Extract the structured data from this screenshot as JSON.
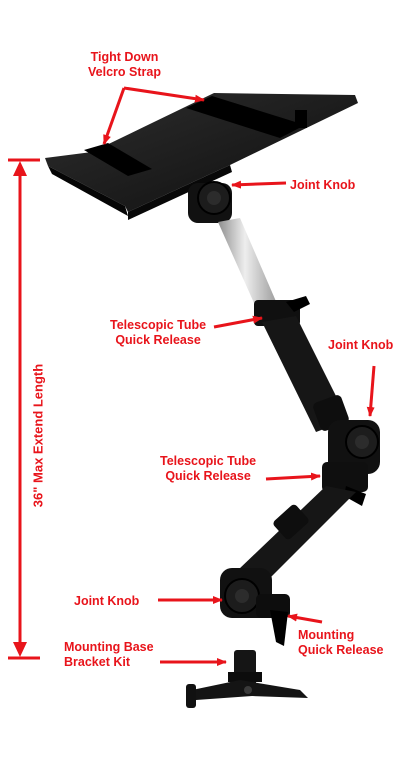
{
  "labels": {
    "strap": {
      "line1": "Tight Down",
      "line2": "Velcro Strap"
    },
    "joint_knob_top": "Joint Knob",
    "tube_release_upper": {
      "line1": "Telescopic Tube",
      "line2": "Quick Release"
    },
    "joint_knob_right": "Joint Knob",
    "tube_release_lower": {
      "line1": "Telescopic Tube",
      "line2": "Quick Release"
    },
    "max_length": "36\" Max Extend Length",
    "joint_knob_bottom": "Joint Knob",
    "mounting_release": {
      "line1": "Mounting",
      "line2": "Quick Release"
    },
    "mounting_base": {
      "line1": "Mounting Base",
      "line2": "Bracket Kit"
    }
  },
  "colors": {
    "annotation": "#e8141b",
    "product": "#1a1a1a",
    "tube": "#c8c8c8"
  }
}
